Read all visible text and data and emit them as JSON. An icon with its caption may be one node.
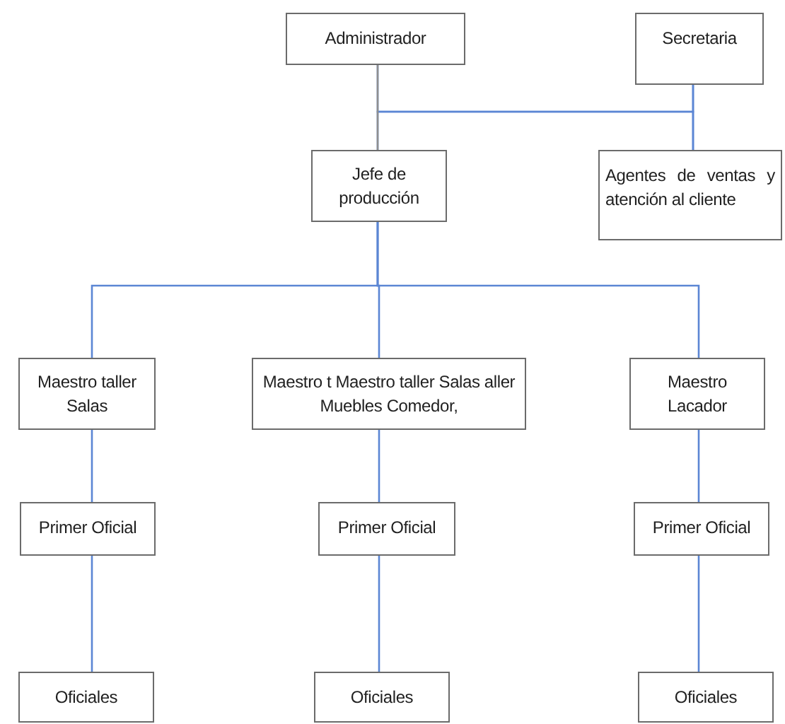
{
  "diagram": {
    "nodes": [
      {
        "text": [
          "Administrador"
        ]
      },
      {
        "text": [
          "Secretaria"
        ]
      },
      {
        "text": [
          "Jefe de producción"
        ]
      },
      {
        "text": [
          "Agentes de ventas y atención al cliente"
        ]
      },
      {
        "text": [
          "Maestro taller Salas"
        ]
      },
      {
        "text": [
          "Maestro t Maestro taller Salas aller Muebles Comedor,"
        ]
      },
      {
        "text": [
          "Maestro Lacador"
        ]
      },
      {
        "text": [
          "Primer Oficial"
        ]
      },
      {
        "text": [
          "Primer Oficial"
        ]
      },
      {
        "text": [
          "Primer Oficial"
        ]
      },
      {
        "text": [
          "Oficiales"
        ]
      },
      {
        "text": [
          "Oficiales"
        ]
      },
      {
        "text": [
          "Oficiales"
        ]
      }
    ],
    "edges": [
      {
        "from": 0,
        "to": 3,
        "arrow": "none"
      },
      {
        "from": 1,
        "to": 2,
        "arrow": "none"
      },
      {
        "from": 1,
        "to": 3,
        "arrow": "none"
      },
      {
        "from": 0,
        "to": 2,
        "arrow": "none",
        "color": "#8f8f8f"
      },
      {
        "from": 2,
        "to": 4,
        "arrow": "none"
      },
      {
        "from": 2,
        "to": 5,
        "arrow": "none"
      },
      {
        "from": 2,
        "to": 6,
        "arrow": "none"
      },
      {
        "from": 4,
        "to": 7,
        "arrow": "none"
      },
      {
        "from": 5,
        "to": 8,
        "arrow": "none"
      },
      {
        "from": 6,
        "to": 9,
        "arrow": "none"
      },
      {
        "from": 7,
        "to": 10,
        "arrow": "none"
      },
      {
        "from": 8,
        "to": 11,
        "arrow": "none"
      },
      {
        "from": 9,
        "to": 12,
        "arrow": "none"
      }
    ]
  }
}
